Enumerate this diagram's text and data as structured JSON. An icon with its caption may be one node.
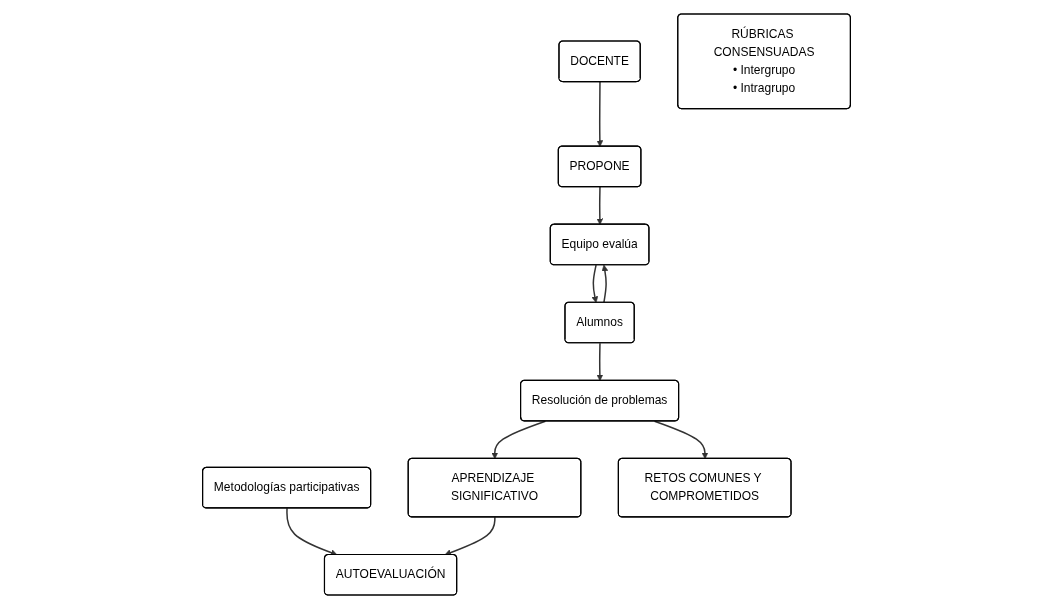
{
  "diagram": {
    "nodes": [
      {
        "text": [
          "DOCENTE"
        ]
      },
      {
        "text": [
          "PROPONE"
        ]
      },
      {
        "text": [
          "Equipo evalúa"
        ]
      },
      {
        "text": [
          "Alumnos"
        ]
      },
      {
        "text": [
          "RÚBRICAS CONSENSUADAS",
          "• Intergrupo",
          "• Intragrupo"
        ]
      },
      {
        "text": [
          "Metodologías participativas"
        ]
      },
      {
        "text": [
          "AUTOEVALUACIÓN"
        ]
      },
      {
        "text": [
          "Resolución de problemas"
        ]
      },
      {
        "text": [
          "APRENDIZAJE SIGNIFICATIVO"
        ]
      },
      {
        "text": [
          "RETOS COMUNES Y COMPROMETIDOS"
        ]
      }
    ],
    "edges": [
      {
        "from": 0,
        "to": 1,
        "arrow": "to"
      },
      {
        "from": 1,
        "to": 2,
        "arrow": "to"
      },
      {
        "from": 2,
        "to": 3,
        "arrow": "to"
      },
      {
        "from": 3,
        "to": 2,
        "arrow": "to"
      },
      {
        "from": 3,
        "to": 7,
        "arrow": "to"
      },
      {
        "from": 5,
        "to": 6,
        "arrow": "to"
      },
      {
        "from": 8,
        "to": 6,
        "arrow": "to"
      },
      {
        "from": 7,
        "to": 8,
        "arrow": "to"
      },
      {
        "from": 7,
        "to": 9,
        "arrow": "to"
      }
    ]
  }
}
